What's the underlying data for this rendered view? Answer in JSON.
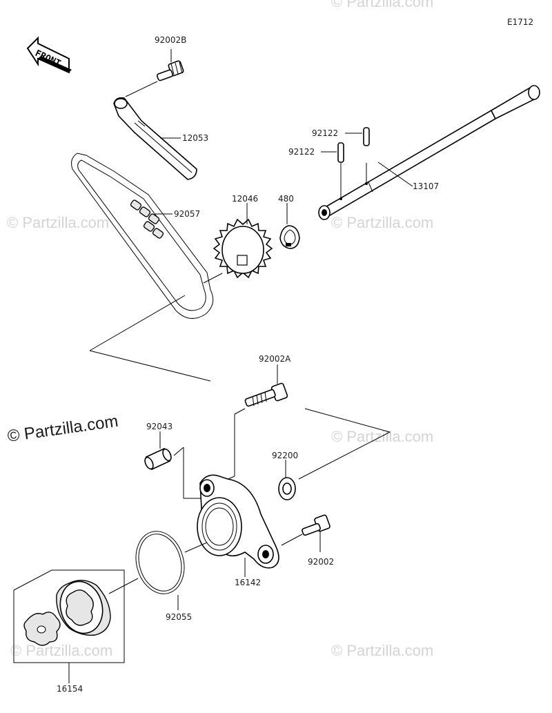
{
  "diagram": {
    "code": "E1712",
    "front_label": "FRONT",
    "watermark": "© Partzilla.com",
    "watermark_main": "© Partzilla.com",
    "parts": {
      "p92002B": "92002B",
      "p12053": "12053",
      "p92122_top": "92122",
      "p92122_low": "92122",
      "p13107": "13107",
      "p12046": "12046",
      "p480": "480",
      "p92057": "92057",
      "p92002A": "92002A",
      "p92043": "92043",
      "p92200": "92200",
      "p92002": "92002",
      "p16142": "16142",
      "p92055": "92055",
      "p16154": "16154"
    }
  }
}
